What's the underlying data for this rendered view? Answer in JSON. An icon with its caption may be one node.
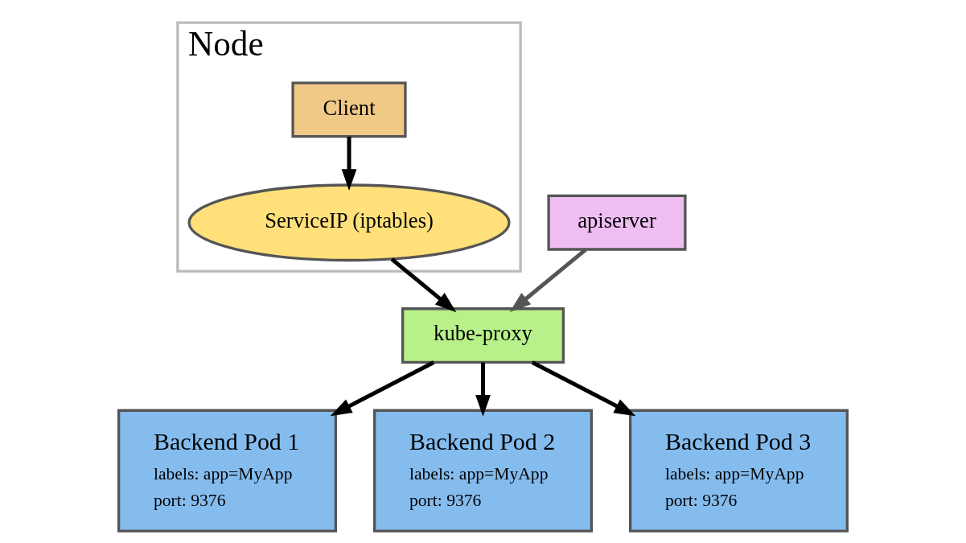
{
  "diagram": {
    "nodes": [
      {
        "text": [
          "Node"
        ]
      },
      {
        "text": [
          "Client"
        ],
        "in": 0
      },
      {
        "text": [
          "ServiceIP (iptables)"
        ],
        "in": 0
      },
      {
        "text": [
          "kube-proxy"
        ]
      },
      {
        "text": [
          "apiserver"
        ]
      },
      {
        "text": [
          "Backend Pod 1",
          "labels: app=MyApp",
          "port: 9376"
        ]
      },
      {
        "text": [
          "Backend Pod 2",
          "labels: app=MyApp",
          "port: 9376"
        ]
      },
      {
        "text": [
          "Backend Pod 3",
          "labels: app=MyApp",
          "port: 9376"
        ]
      }
    ],
    "edges": [
      {
        "from": 1,
        "to": 2,
        "arrow": "to"
      },
      {
        "from": 2,
        "to": 3,
        "arrow": "to"
      },
      {
        "from": 4,
        "to": 3,
        "arrow": "to",
        "color": "#555555"
      },
      {
        "from": 3,
        "to": 5,
        "arrow": "to"
      },
      {
        "from": 3,
        "to": 6,
        "arrow": "to"
      },
      {
        "from": 3,
        "to": 7,
        "arrow": "to"
      }
    ]
  }
}
